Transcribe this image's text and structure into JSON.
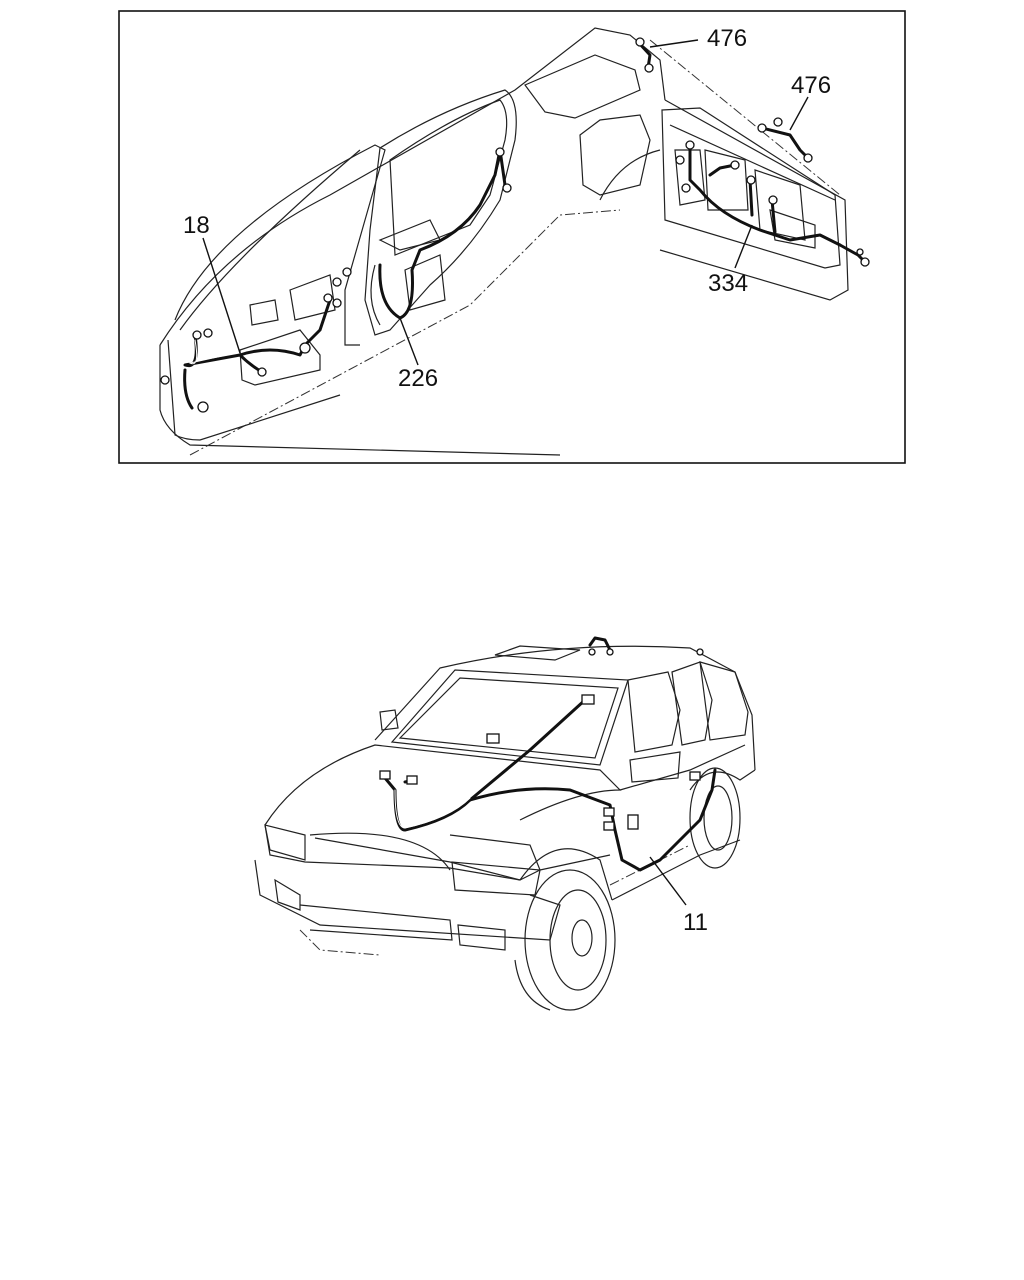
{
  "upper_diagram": {
    "callouts": [
      {
        "id": "door-harness-front",
        "text": "18"
      },
      {
        "id": "door-harness-rear",
        "text": "226"
      },
      {
        "id": "tailgate-harness",
        "text": "334"
      },
      {
        "id": "roof-harness-a",
        "text": "476"
      },
      {
        "id": "roof-harness-b",
        "text": "476"
      }
    ]
  },
  "lower_diagram": {
    "callouts": [
      {
        "id": "body-harness",
        "text": "11"
      }
    ]
  }
}
